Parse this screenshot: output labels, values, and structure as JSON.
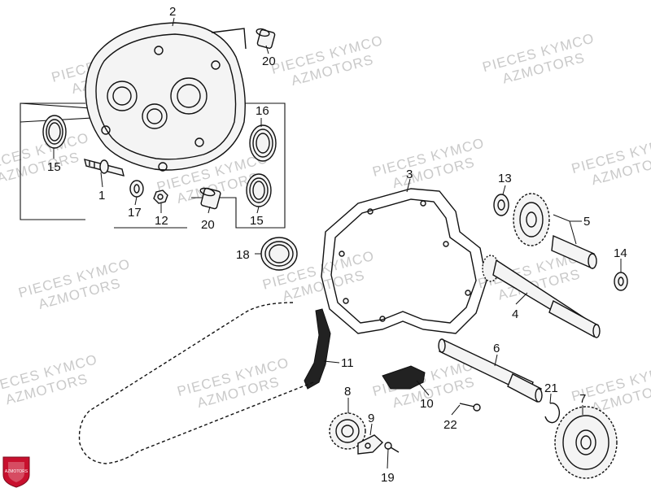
{
  "watermark": {
    "line1": "PIECES KYMCO",
    "line2": "AZMOTORS"
  },
  "logo_text": "AZMOTORS",
  "callouts": [
    "1",
    "2",
    "3",
    "4",
    "5",
    "6",
    "7",
    "8",
    "9",
    "10",
    "11",
    "12",
    "13",
    "14",
    "15",
    "15",
    "16",
    "17",
    "18",
    "19",
    "20",
    "20",
    "21",
    "22"
  ],
  "colors": {
    "line": "#111111",
    "watermark": "#c9c9c9",
    "logo": "#c8102e"
  }
}
